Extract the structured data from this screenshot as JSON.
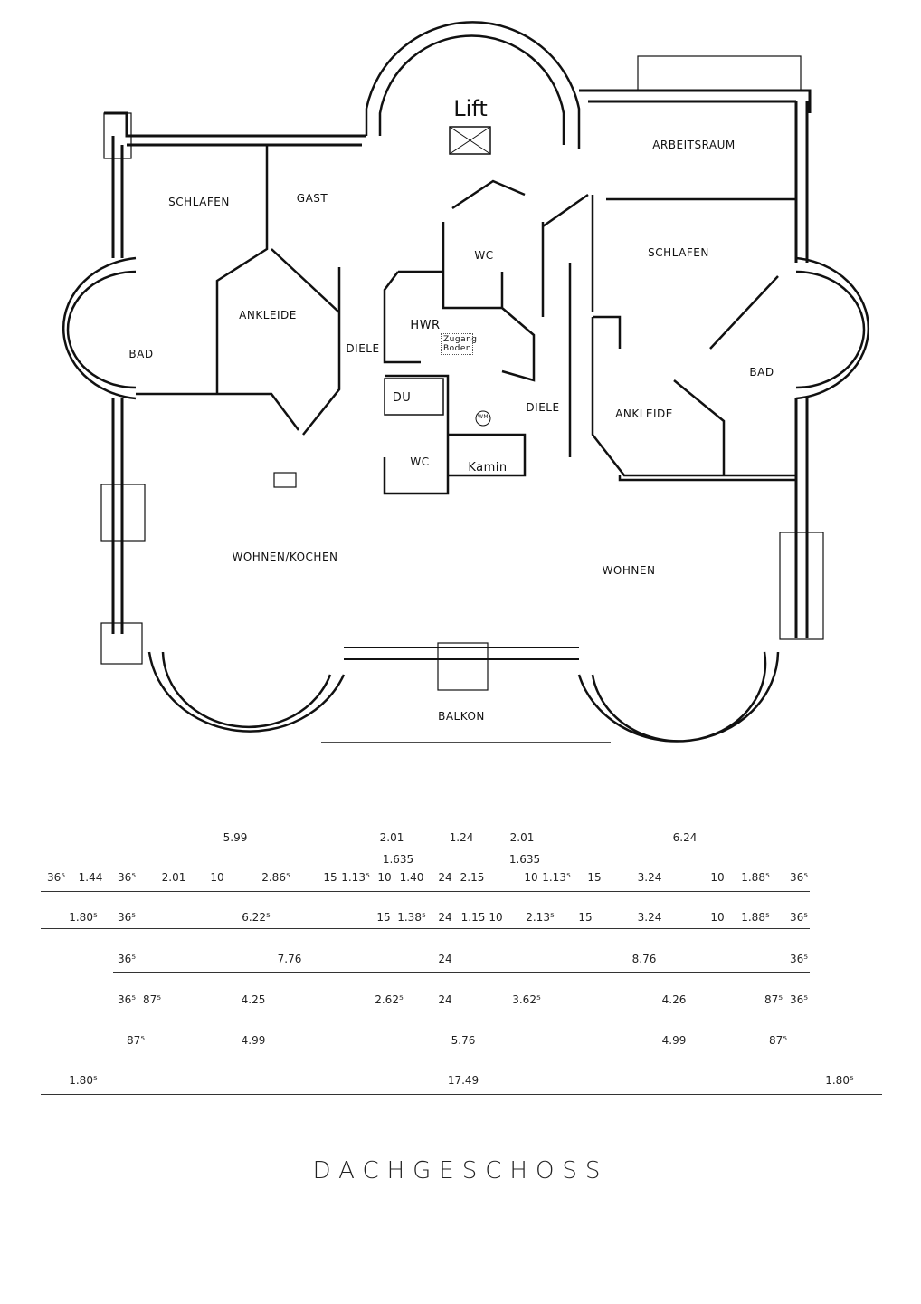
{
  "plan": {
    "rooms": {
      "lift": "Lift",
      "schlafen_left": "SCHLAFEN",
      "gast": "GAST",
      "wc_top": "WC",
      "arbeitsraum": "ARBEITSRAUM",
      "schlafen_right": "SCHLAFEN",
      "ankleide_left": "ANKLEIDE",
      "bad_left": "BAD",
      "diele_left": "DIELE",
      "hwr": "HWR",
      "zugang_boden": "Zugang Boden",
      "du": "DU",
      "wm": "WM",
      "diele_right": "DIELE",
      "ankleide_right": "ANKLEIDE",
      "bad_right": "BAD",
      "wc_bottom": "WC",
      "kamin": "Kamin",
      "wohnen_kochen": "WOHNEN/KOCHEN",
      "wohnen": "WOHNEN",
      "balkon": "BALKON"
    }
  },
  "dimensions": {
    "rows": [
      {
        "labels": [
          "5.99",
          "2.01",
          "1.24",
          "2.01",
          "6.24",
          "1.635",
          "1.635"
        ]
      },
      {
        "labels": [
          "36⁵",
          "1.44",
          "36⁵",
          "2.01",
          "10",
          "2.86⁵",
          "15",
          "1.13⁵",
          "10",
          "1.40",
          "24",
          "2.15",
          "10",
          "1.13⁵",
          "15",
          "3.24",
          "10",
          "1.88⁵",
          "36⁵"
        ]
      },
      {
        "labels": [
          "1.80⁵",
          "36⁵",
          "6.22⁵",
          "15",
          "1.38⁵",
          "24",
          "1.15",
          "10",
          "2.13⁵",
          "15",
          "3.24",
          "10",
          "1.88⁵",
          "36⁵"
        ]
      },
      {
        "labels": [
          "36⁵",
          "7.76",
          "24",
          "8.76",
          "36⁵"
        ]
      },
      {
        "labels": [
          "36⁵",
          "87⁵",
          "4.25",
          "2.62⁵",
          "24",
          "3.62⁵",
          "4.26",
          "87⁵",
          "36⁵"
        ]
      },
      {
        "labels": [
          "87⁵",
          "4.99",
          "5.76",
          "4.99",
          "87⁵"
        ]
      },
      {
        "labels": [
          "1.80⁵",
          "17.49",
          "1.80⁵"
        ]
      }
    ]
  },
  "title": "DACHGESCHOSS"
}
